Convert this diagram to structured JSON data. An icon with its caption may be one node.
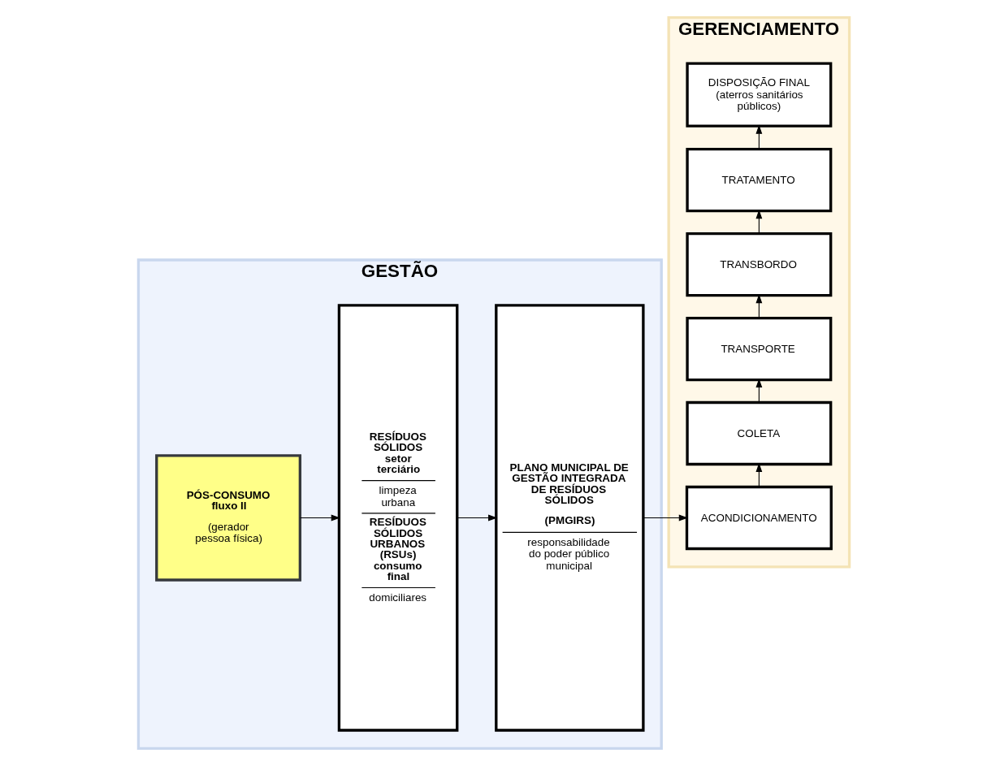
{
  "diagram": {
    "nodes": [
      {
        "text": [
          "GESTÃO"
        ]
      },
      {
        "text": [
          "PÓS-CONSUMO fluxo II",
          "(gerador pessoa física)"
        ],
        "in": 0
      },
      {
        "text": [
          "RESÍDUOS SÓLIDOS setor terciário",
          "limpeza urbana",
          "RESÍDUOS SÓLIDOS URBANOS (RSUs) consumo final",
          "domiciliares"
        ],
        "in": 0
      },
      {
        "text": [
          "PLANO MUNICIPAL DE GESTÃO INTEGRADA DE RESÍDUOS SÓLIDOS",
          "(PMGIRS)",
          "responsabilidade do poder público municipal"
        ],
        "in": 0
      },
      {
        "text": [
          "GERENCIAMENTO"
        ]
      },
      {
        "text": [
          "ACONDICIONAMENTO"
        ],
        "in": 4
      },
      {
        "text": [
          "COLETA"
        ],
        "in": 4
      },
      {
        "text": [
          "TRANSPORTE"
        ],
        "in": 4
      },
      {
        "text": [
          "TRANSBORDO"
        ],
        "in": 4
      },
      {
        "text": [
          "TRATAMENTO"
        ],
        "in": 4
      },
      {
        "text": [
          "DISPOSIÇÃO FINAL (aterros sanitários públicos)"
        ],
        "in": 4
      }
    ],
    "edges": [
      {
        "from": 1,
        "to": 2,
        "arrow": "to"
      },
      {
        "from": 2,
        "to": 3,
        "arrow": "to"
      },
      {
        "from": 3,
        "to": 5,
        "arrow": "to"
      },
      {
        "from": 5,
        "to": 6,
        "arrow": "to"
      },
      {
        "from": 6,
        "to": 7,
        "arrow": "to"
      },
      {
        "from": 7,
        "to": 8,
        "arrow": "to"
      },
      {
        "from": 8,
        "to": 9,
        "arrow": "to"
      },
      {
        "from": 9,
        "to": 10,
        "arrow": "to"
      }
    ]
  }
}
